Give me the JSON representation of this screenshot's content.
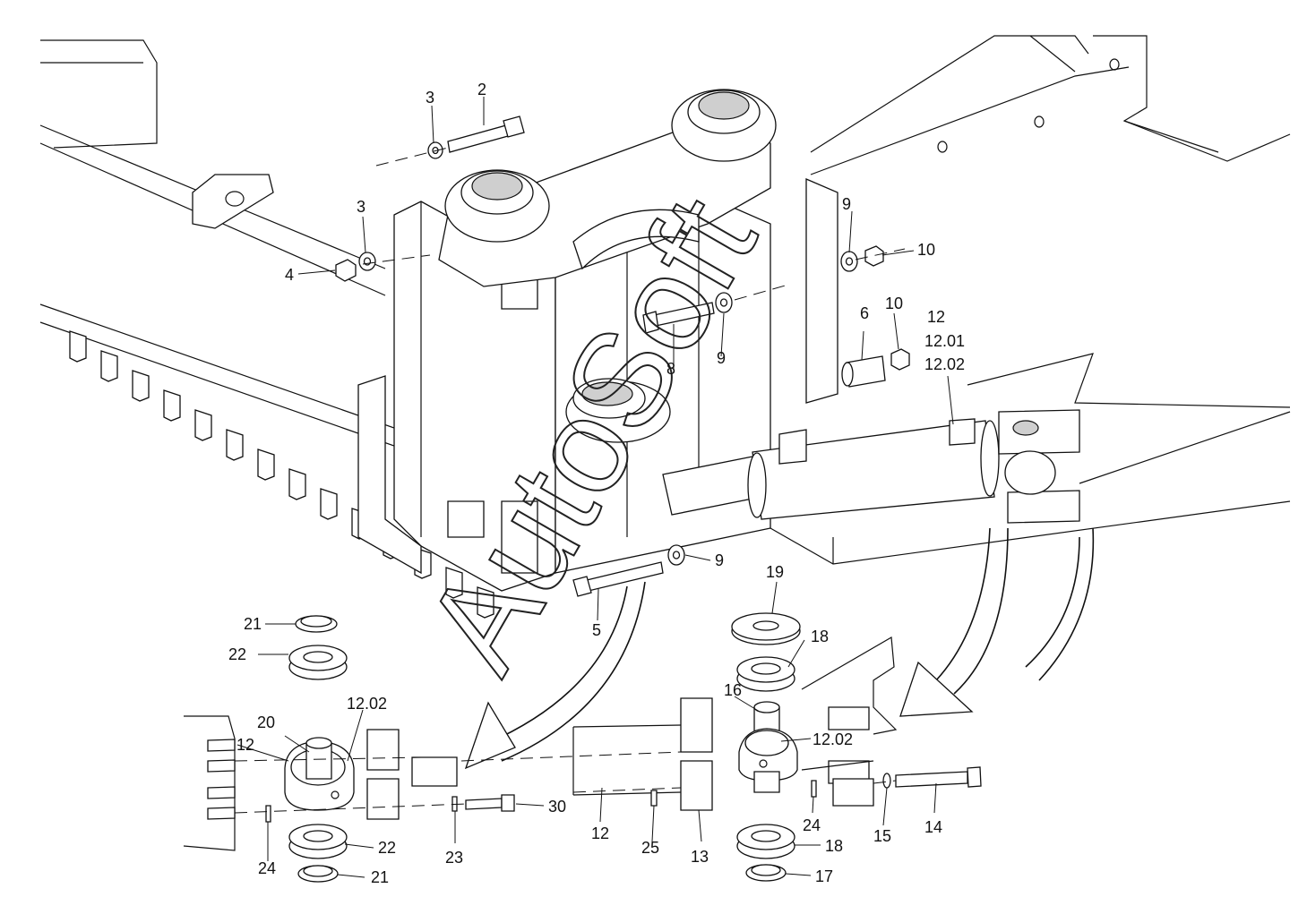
{
  "watermark": "AutoSoft",
  "callouts": [
    {
      "id": "c1",
      "text": "2"
    },
    {
      "id": "c2",
      "text": "3"
    },
    {
      "id": "c3",
      "text": "3"
    },
    {
      "id": "c4",
      "text": "4"
    },
    {
      "id": "c5",
      "text": "9"
    },
    {
      "id": "c6",
      "text": "10"
    },
    {
      "id": "c7",
      "text": "6"
    },
    {
      "id": "c8",
      "text": "10"
    },
    {
      "id": "c9",
      "text": "12"
    },
    {
      "id": "c10",
      "text": "12.01"
    },
    {
      "id": "c11",
      "text": "12.02"
    },
    {
      "id": "c12",
      "text": "8"
    },
    {
      "id": "c13",
      "text": "9"
    },
    {
      "id": "c14",
      "text": "9"
    },
    {
      "id": "c15",
      "text": "5"
    },
    {
      "id": "c16",
      "text": "19"
    },
    {
      "id": "c17",
      "text": "18"
    },
    {
      "id": "c18",
      "text": "16"
    },
    {
      "id": "c19",
      "text": "12.02"
    },
    {
      "id": "c20",
      "text": "21"
    },
    {
      "id": "c21",
      "text": "22"
    },
    {
      "id": "c22",
      "text": "12.02"
    },
    {
      "id": "c23",
      "text": "20"
    },
    {
      "id": "c24",
      "text": "12"
    },
    {
      "id": "c25",
      "text": "30"
    },
    {
      "id": "c26",
      "text": "23"
    },
    {
      "id": "c27",
      "text": "22"
    },
    {
      "id": "c28",
      "text": "24"
    },
    {
      "id": "c29",
      "text": "21"
    },
    {
      "id": "c30",
      "text": "12"
    },
    {
      "id": "c31",
      "text": "25"
    },
    {
      "id": "c32",
      "text": "13"
    },
    {
      "id": "c33",
      "text": "24"
    },
    {
      "id": "c34",
      "text": "15"
    },
    {
      "id": "c35",
      "text": "14"
    },
    {
      "id": "c36",
      "text": "18"
    },
    {
      "id": "c37",
      "text": "17"
    }
  ]
}
